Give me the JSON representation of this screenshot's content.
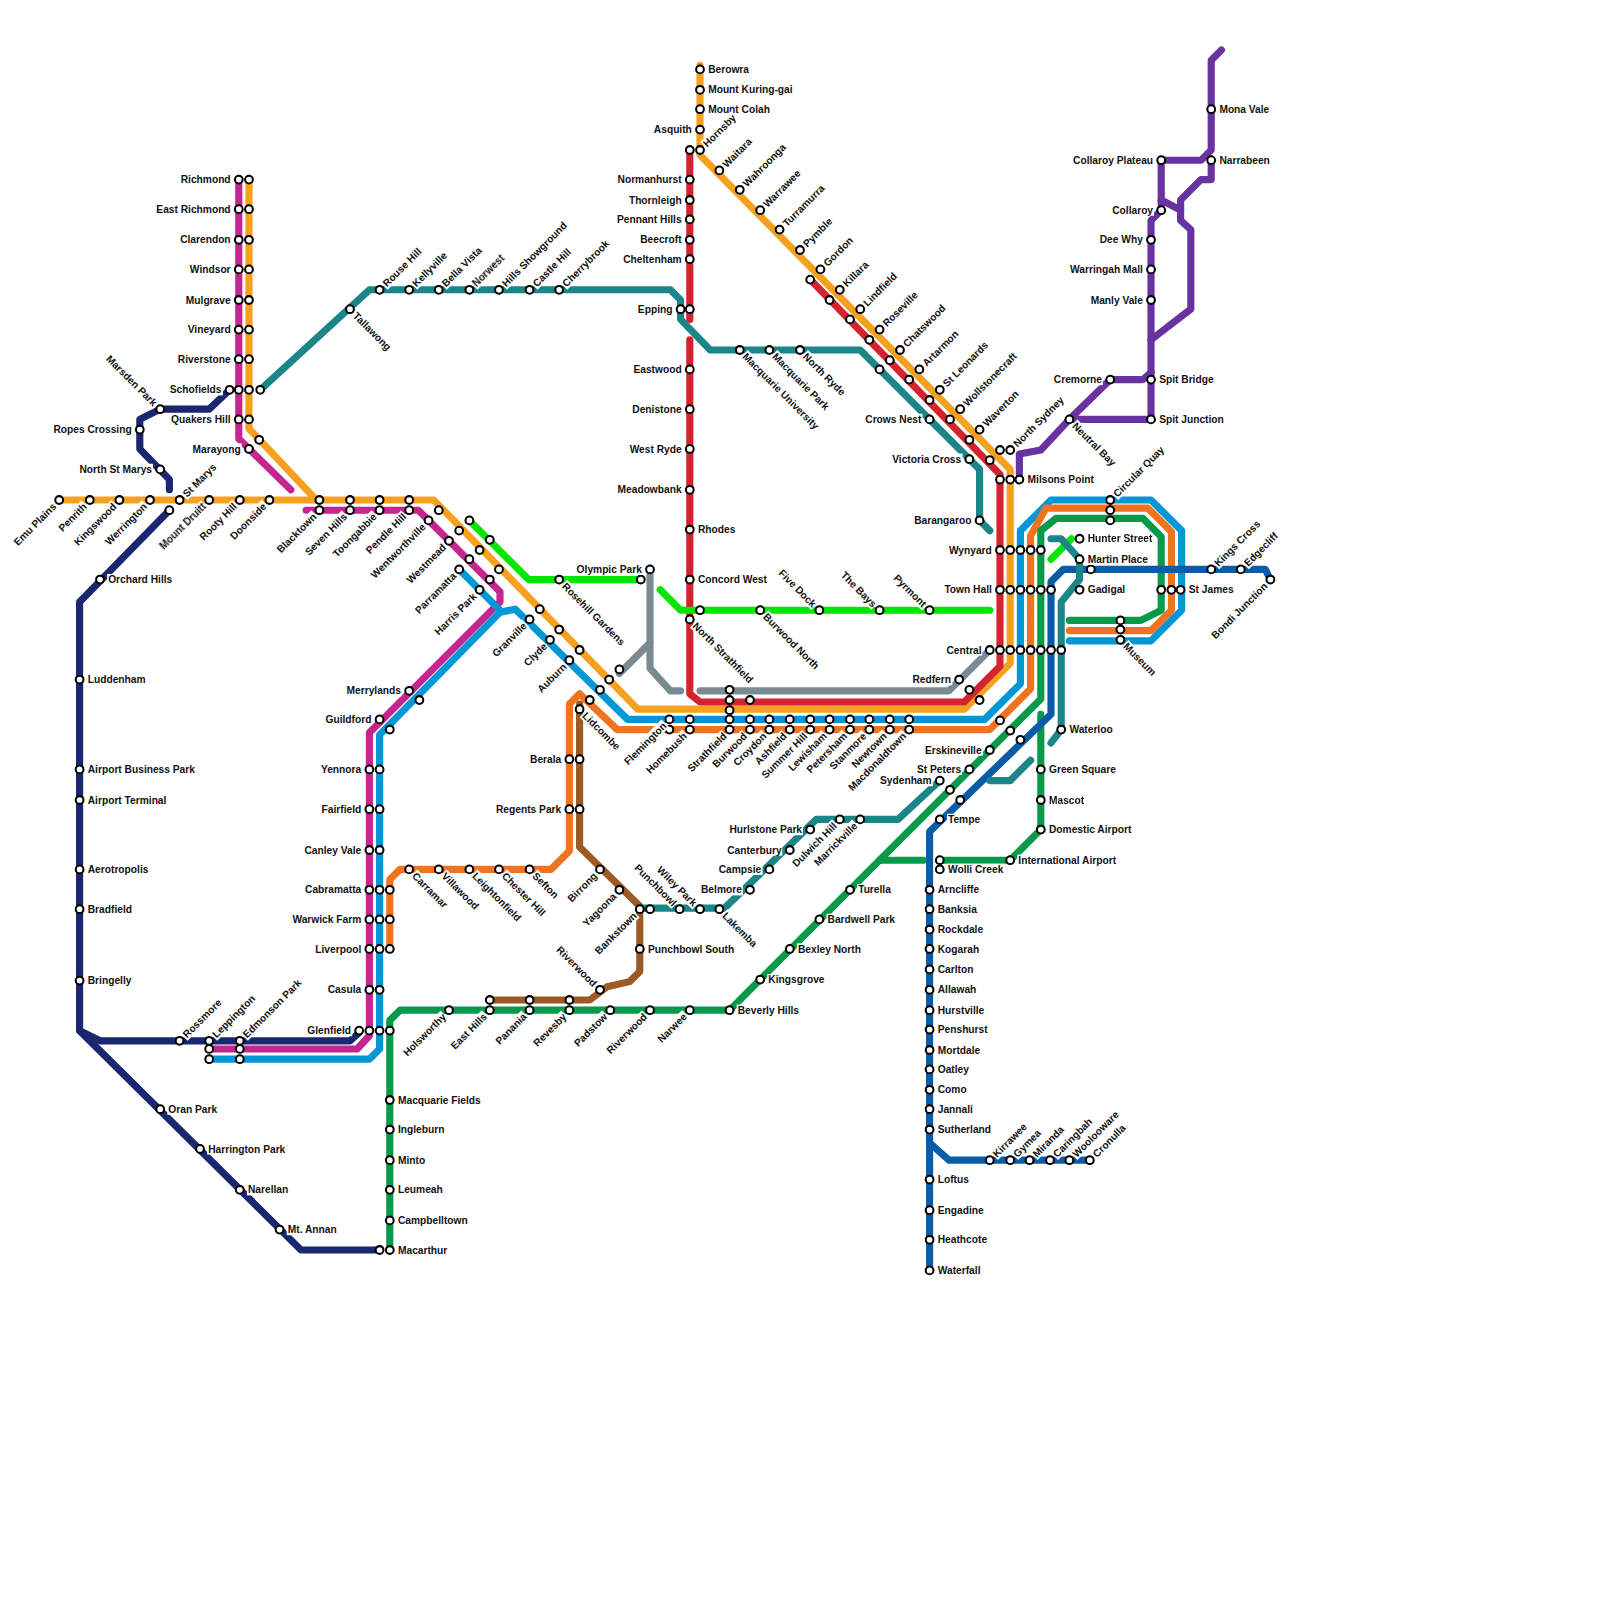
{
  "diagram": {
    "labels": [
      "Richmond",
      "East Richmond",
      "Clarendon",
      "Windsor",
      "Mulgrave",
      "Vineyard",
      "Riverstone",
      "Schofields",
      "Quakers Hill",
      "Marayong",
      "Marsden Park",
      "Ropes Crossing",
      "North St Marys",
      "St Marys",
      "Emu Plains",
      "Penrith",
      "Kingswood",
      "Werrington",
      "Mount Druitt",
      "Rooty Hill",
      "Doonside",
      "Blacktown",
      "Seven Hills",
      "Toongabbie",
      "Pendle Hill",
      "Wentworthville",
      "Westmead",
      "Parramatta",
      "Harris Park",
      "Orchard Hills",
      "Luddenham",
      "Airport Business Park",
      "Airport Terminal",
      "Aerotropolis",
      "Bradfield",
      "Bringelly",
      "Rossmore",
      "Leppington",
      "Edmonson Park",
      "Oran Park",
      "Harrington Park",
      "Narellan",
      "Mt. Annan",
      "Glenfield",
      "Casula",
      "Liverpool",
      "Warwick Farm",
      "Cabramatta",
      "Canley Vale",
      "Fairfield",
      "Yennora",
      "Guildford",
      "Merrylands",
      "Macquarie Fields",
      "Ingleburn",
      "Minto",
      "Leumeah",
      "Campbelltown",
      "Macarthur",
      "Tallawong",
      "Rouse Hill",
      "Kellyville",
      "Bella Vista",
      "Norwest",
      "Hills Showground",
      "Castle Hill",
      "Cherrybrook",
      "Epping",
      "Normanhurst",
      "Thornleigh",
      "Pennant Hills",
      "Beecroft",
      "Cheltenham",
      "Asquith",
      "Berowra",
      "Mount Kuring-gai",
      "Mount Colah",
      "Hornsby",
      "Waitara",
      "Wahroonga",
      "Warrawee",
      "Turramurra",
      "Pymble",
      "Gordon",
      "Killara",
      "Lindfield",
      "Roseville",
      "Chatswood",
      "Artarmon",
      "St Leonards",
      "Wollstonecraft",
      "Waverton",
      "North Sydney",
      "Crows Nest",
      "Victoria Cross",
      "Barangaroo",
      "Milsons Point",
      "Macquarie University",
      "Macquarie Park",
      "North Ryde",
      "Eastwood",
      "Denistone",
      "West Ryde",
      "Meadowbank",
      "Rhodes",
      "Concord West",
      "North Strathfield",
      "Olympic Park",
      "Rosehill Gardens",
      "Wynyard",
      "Town Hall",
      "Central",
      "Redfern",
      "Hunter Street",
      "Martin Place",
      "Gadigal",
      "Circular Quay",
      "St James",
      "Museum",
      "Kings Cross",
      "Edgecliff",
      "Bondi Junction",
      "Waterloo",
      "Green Square",
      "Mascot",
      "Domestic Airport",
      "International Airport",
      "Wolli Creek",
      "Erskineville",
      "St Peters",
      "Sydenham",
      "Tempe",
      "Turella",
      "Bardwell Park",
      "Bexley North",
      "Kingsgrove",
      "Beverly Hills",
      "Narwee",
      "Riverwood",
      "Padstow",
      "Revesby",
      "Panania",
      "East Hills",
      "Holsworthy",
      "Arncliffe",
      "Banksia",
      "Rockdale",
      "Kogarah",
      "Carlton",
      "Allawah",
      "Hurstville",
      "Penshurst",
      "Mortdale",
      "Oatley",
      "Como",
      "Jannali",
      "Sutherland",
      "Loftus",
      "Engadine",
      "Heathcote",
      "Waterfall",
      "Kirrawee",
      "Gymea",
      "Miranda",
      "Caringbah",
      "Woolooware",
      "Cronulla",
      "Hurlstone Park",
      "Canterbury",
      "Campsie",
      "Belmore",
      "Lakemba",
      "Wiley Park",
      "Punchbowl",
      "Bankstown",
      "Dulwich Hill",
      "Marrickville",
      "Punchbowl South",
      "Riverwood",
      "Yagoona",
      "Birrong",
      "Regents Park",
      "Berala",
      "Lidcombe",
      "Auburn",
      "Clyde",
      "Granville",
      "Flemington",
      "Homebush",
      "Strathfield",
      "Burwood",
      "Croydon",
      "Ashfield",
      "Summer Hill",
      "Lewisham",
      "Petersham",
      "Stanmore",
      "Newtown",
      "Macdonaldtown",
      "Burwood North",
      "Five Dock",
      "The Bays",
      "Pyrmont",
      "Carramar",
      "Villawood",
      "Leightonfield",
      "Chester Hill",
      "Sefton",
      "Dee Why",
      "Warringah Mall",
      "Manly Vale",
      "Collaroy",
      "Collaroy Plateau",
      "Mona Vale",
      "Narrabeen",
      "Spit Bridge",
      "Spit Junction",
      "Cremorne",
      "Neutral Bay"
    ]
  }
}
